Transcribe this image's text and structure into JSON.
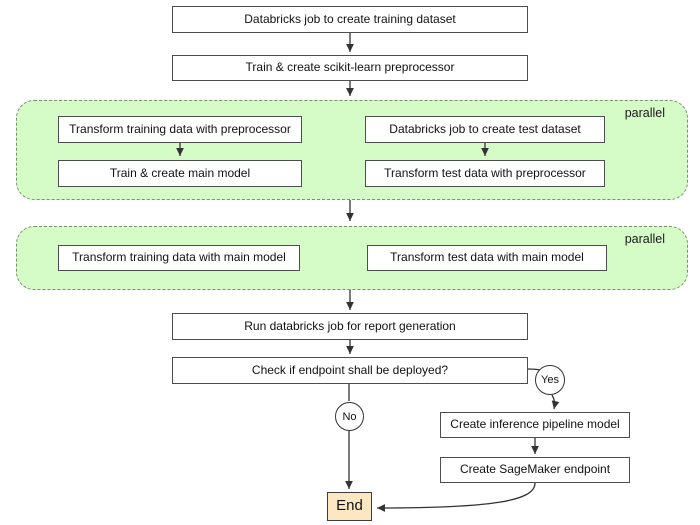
{
  "diagram": {
    "title": "ML pipeline flowchart",
    "colors": {
      "parallel_fill": "#d5fbc7",
      "parallel_border": "#7a8f72",
      "box_border": "#4d4d4d",
      "line": "#333333",
      "end_fill": "#fbe8c3"
    },
    "nodes": {
      "training_dataset": "Databricks job to create training dataset",
      "preprocessor": "Train & create scikit-learn preprocessor",
      "transform_training_preprocessor": "Transform training data with preprocessor",
      "train_main_model": "Train & create  main model",
      "databricks_test_dataset": "Databricks job to create test dataset",
      "transform_test_preprocessor": "Transform test data with preprocessor",
      "transform_training_main": "Transform training data with main model",
      "transform_test_main": "Transform test data with main model",
      "report_generation": "Run databricks job for report generation",
      "check_endpoint": "Check if endpoint shall be deployed?",
      "inference_pipeline": "Create inference pipeline model",
      "sagemaker_endpoint": "Create SageMaker endpoint",
      "end": "End"
    },
    "labels": {
      "parallel_1": "parallel",
      "parallel_2": "parallel",
      "yes": "Yes",
      "no": "No"
    }
  }
}
